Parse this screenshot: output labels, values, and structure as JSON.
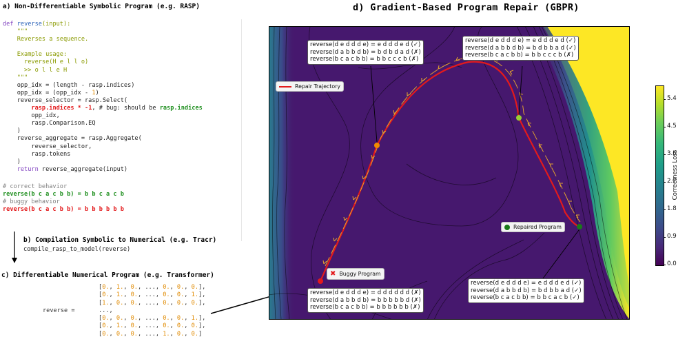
{
  "panel_a": {
    "title": "a) Non-Differentiable Symbolic Program (e.g. RASP)",
    "code": {
      "def_kw": "def",
      "fn_name": "reverse",
      "param": "(input):",
      "doc_open": "    \"\"\"",
      "doc_line1": "    Reverses a sequence.",
      "doc_line2": "    Example usage:",
      "doc_line3": "      reverse(H e l l o)",
      "doc_line4": "      >> o l l e H",
      "doc_close": "    \"\"\"",
      "l_opp1_a": "    opp_idx = (length - rasp.indices)",
      "l_opp2_a": "    opp_idx = (opp_idx - ",
      "l_opp2_num": "1",
      "l_opp2_b": ")",
      "l_sel": "    reverse_selector = rasp.Select(",
      "l_bug_indent": "        ",
      "l_bug_expr": "rasp.indices * -1",
      "l_bug_comment": ", # bug: should be ",
      "l_bug_fix": "rasp.indices",
      "l_sel_a1": "        opp_idx,",
      "l_sel_a2": "        rasp.Comparison.EQ",
      "l_close1": "    )",
      "l_agg": "    reverse_aggregate = rasp.Aggregate(",
      "l_agg_a1": "        reverse_selector,",
      "l_agg_a2": "        rasp.tokens",
      "l_close2": "    )",
      "l_ret_kw": "    return",
      "l_ret": " reverse_aggregate(input)"
    },
    "correct_comment": "# correct behavior",
    "correct_line": "reverse(b c a c b b) = b b c a c b",
    "buggy_comment": "# buggy behavior",
    "buggy_line": "reverse(b c a c b b) = b b b b b b"
  },
  "panel_b": {
    "title": "b) Compilation Symbolic to Numerical (e.g. Tracr)",
    "code": "compile_rasp_to_model(reverse)"
  },
  "panel_c": {
    "title": "c) Differentiable Numerical Program (e.g. Transformer)",
    "lhs": "reverse =",
    "rows": [
      [
        "[",
        "0.",
        ", ",
        "1.",
        ", ",
        "0.",
        ", ..., ",
        "0.",
        ", ",
        "0.",
        ", ",
        "0.",
        "],"
      ],
      [
        "[",
        "0.",
        ", ",
        "1.",
        ", ",
        "0.",
        ", ..., ",
        "0.",
        ", ",
        "0.",
        ", ",
        "1.",
        "],"
      ],
      [
        "[",
        "1.",
        ", ",
        "0.",
        ", ",
        "0.",
        ", ..., ",
        "0.",
        ", ",
        "0.",
        ", ",
        "0.",
        "],"
      ],
      [
        "...,"
      ],
      [
        "[",
        "0.",
        ", ",
        "0.",
        ", ",
        "0.",
        ", ..., ",
        "0.",
        ", ",
        "0.",
        ", ",
        "1.",
        "],"
      ],
      [
        "[",
        "0.",
        ", ",
        "1.",
        ", ",
        "0.",
        ", ..., ",
        "0.",
        ", ",
        "0.",
        ", ",
        "0.",
        "],"
      ],
      [
        "[",
        "0.",
        ", ",
        "0.",
        ", ",
        "0.",
        ", ..., ",
        "1.",
        ", ",
        "0.",
        ", ",
        "0.",
        "]"
      ]
    ]
  },
  "panel_d": {
    "title": "d) Gradient-Based Program Repair (GBPR)",
    "legend_trajectory": "Repair Trajectory",
    "buggy_label": "Buggy Program",
    "repaired_label": "Repaired Program",
    "colorbar_label": "Correctness Loss",
    "colorbar_ticks": [
      "5.4",
      "4.5",
      "3.6",
      "2.7",
      "1.8",
      "0.9",
      "0.0"
    ],
    "boxes": {
      "top_left": [
        "reverse(d e d d d e) = e d d d e d (✓)",
        "reverse(d a b b d b) = b d b d a d (✗)",
        "reverse(b c a c b b) = b b c c c b (✗)"
      ],
      "top_right": [
        "reverse(d e d d d e) = e d d d e d (✓)",
        "reverse(d a b b d b) = b d b b a d (✓)",
        "reverse(b c a c b b) = b b c c c b (✗)"
      ],
      "bottom_left": [
        "reverse(d e d d d e) = d d d d d d (✗)",
        "reverse(d a b b d b) = b b b b b d (✗)",
        "reverse(b c a c b b) = b b b b b b (✗)"
      ],
      "bottom_right": [
        "reverse(d e d d d e) = e d d d e d (✓)",
        "reverse(d a b b d b) = b d b b a d (✓)",
        "reverse(b c a c b b) = b b c a c b (✓)"
      ]
    },
    "colors": {
      "trajectory": "#e31a1c",
      "arrows": "#e0a030",
      "buggy_marker": "#e31a1c",
      "repaired_marker": "#1a7a1a",
      "mid_point_1": "#f08c00",
      "mid_point_2": "#9acd32"
    }
  }
}
